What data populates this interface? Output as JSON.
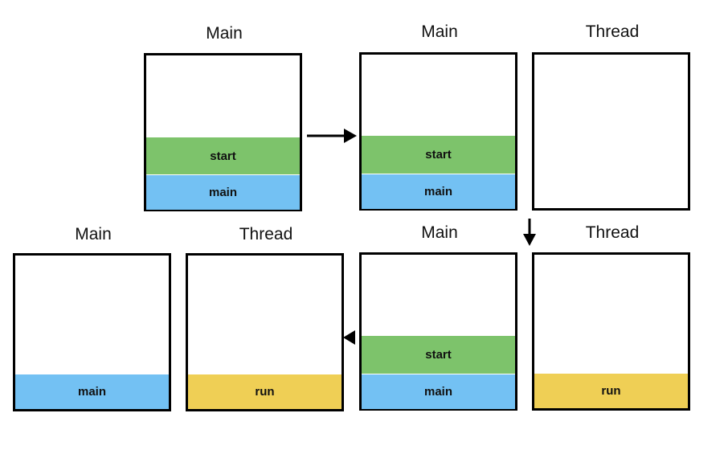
{
  "colors": {
    "start_frame": "#7dc36b",
    "main_frame": "#73c1f3",
    "run_frame": "#efcf55",
    "border": "#000000"
  },
  "step1": {
    "main_title": "Main",
    "main_frames": [
      "start",
      "main"
    ]
  },
  "step2": {
    "main_title": "Main",
    "thread_title": "Thread",
    "main_frames": [
      "start",
      "main"
    ]
  },
  "step3": {
    "main_title": "Main",
    "thread_title": "Thread",
    "main_frames": [
      "start",
      "main"
    ],
    "thread_frames": [
      "run"
    ]
  },
  "step4": {
    "main_title": "Main",
    "thread_title": "Thread",
    "main_frames": [
      "main"
    ],
    "thread_frames": [
      "run"
    ]
  }
}
